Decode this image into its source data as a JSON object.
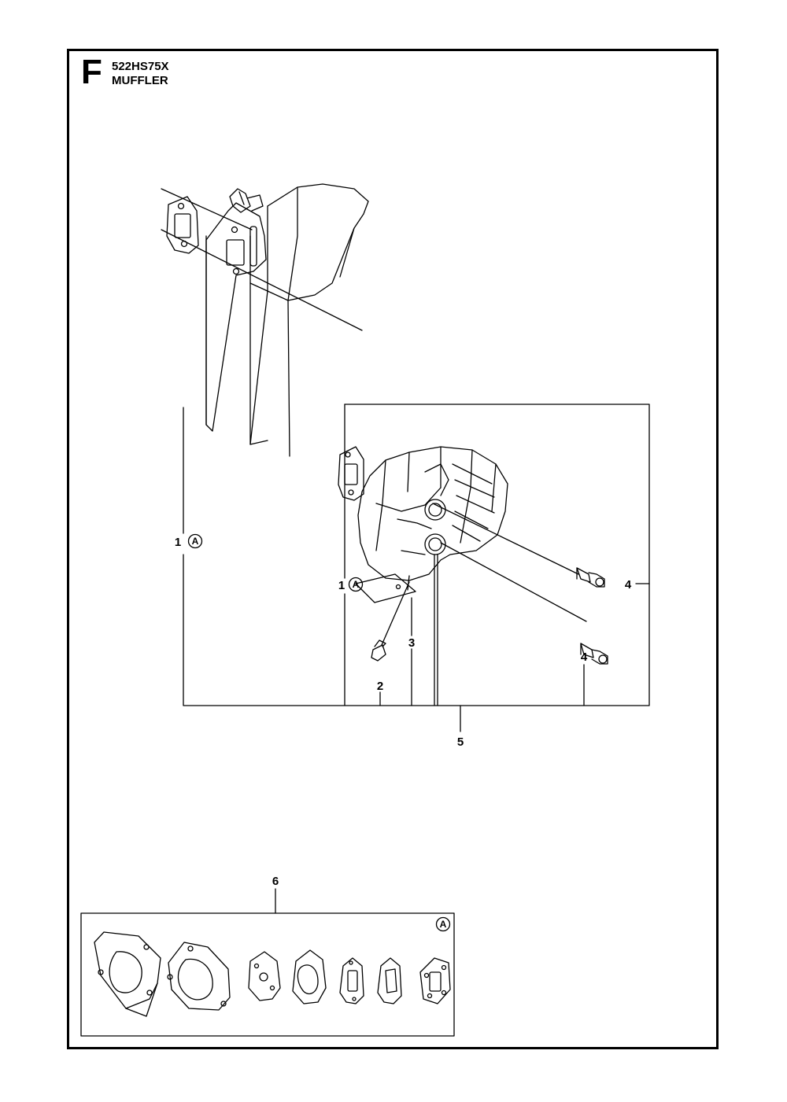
{
  "header": {
    "section_letter": "F",
    "model": "522HS75X",
    "title": "MUFFLER"
  },
  "callouts": {
    "gasket_1": "1",
    "gasket_1_kit_ref": "A",
    "gasket_1b": "1",
    "gasket_1b_kit_ref": "A",
    "screw_2": "2",
    "plate_3": "3",
    "bolt_4a": "4",
    "bolt_4b": "4",
    "muffler_5": "5",
    "gasket_kit_6": "6",
    "kit_ref": "A"
  }
}
